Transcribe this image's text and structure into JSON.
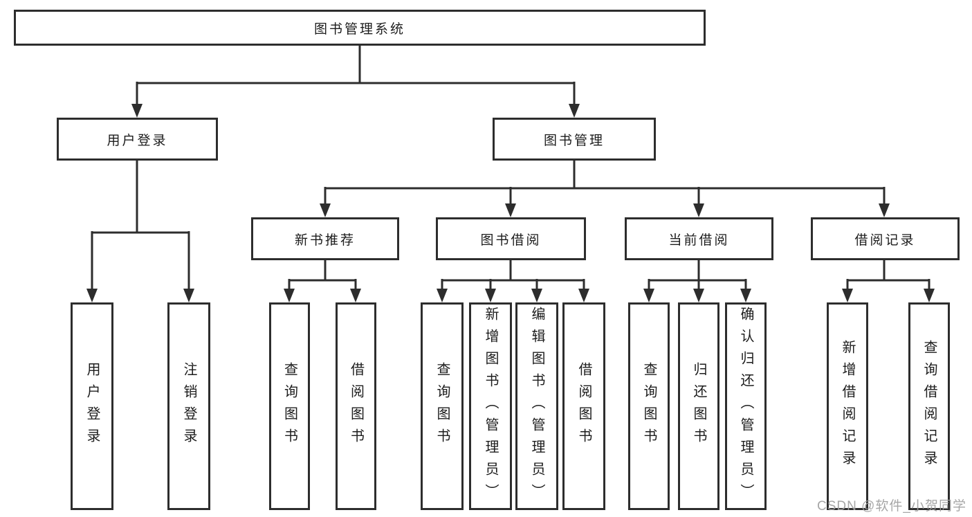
{
  "diagram": {
    "tree": {
      "root": "图书管理系统",
      "children": [
        {
          "label": "用户登录",
          "children": [
            "用户登录",
            "注销登录"
          ]
        },
        {
          "label": "图书管理",
          "children": [
            {
              "label": "新书推荐",
              "children": [
                "查询图书",
                "借阅图书"
              ]
            },
            {
              "label": "图书借阅",
              "children": [
                "查询图书",
                "新增图书（管理员）",
                "编辑图书（管理员）",
                "借阅图书"
              ]
            },
            {
              "label": "当前借阅",
              "children": [
                "查询图书",
                "归还图书",
                "确认归还（管理员）"
              ]
            },
            {
              "label": "借阅记录",
              "children": [
                "新增借阅记录",
                "查询借阅记录"
              ]
            }
          ]
        }
      ]
    },
    "colors": {
      "line": "#2d2d2d",
      "box_border": "#2d2d2d",
      "text": "#1c1c1c",
      "background": "#ffffff",
      "watermark": "#9e9e9e"
    }
  },
  "watermark": {
    "text": "CSDN @软件_小贺同学"
  }
}
